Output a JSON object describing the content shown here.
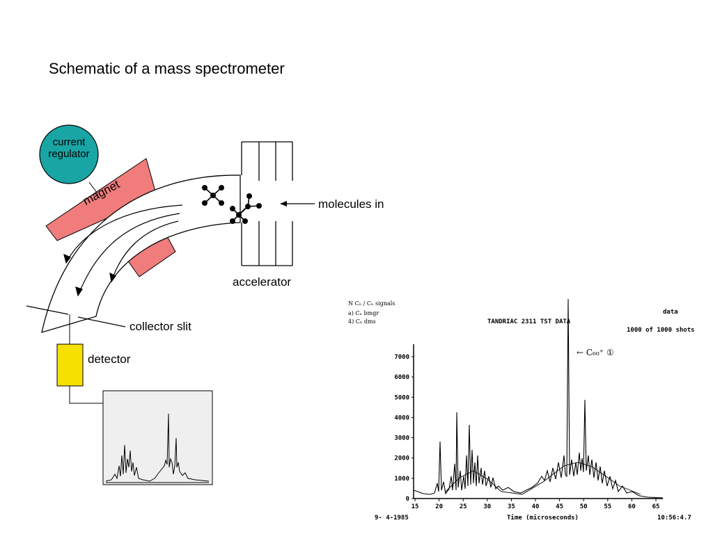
{
  "slide": {
    "title": "Schematic of a mass spectrometer"
  },
  "schematic": {
    "labels": {
      "current_regulator_line1": "current",
      "current_regulator_line2": "regulator",
      "magnet": "magnet",
      "molecules_in": "molecules in",
      "accelerator": "accelerator",
      "collector_slit": "collector slit",
      "detector": "detector"
    },
    "colors": {
      "regulator": "#1aa5a5",
      "magnet": "#f07c7c",
      "detector": "#f5e000",
      "display_bg": "#efefef"
    }
  },
  "spectrum_plot": {
    "header_left": [
      "N  Cₙ / Cₙ signals",
      "a) Cₙ bmgr",
      "4) Cₙ dms"
    ],
    "header_center": "TANDRIAC 2311 TST DATA",
    "header_right_line1": "data",
    "header_right_line2": "1000 of 1000 shots",
    "peak_annotation": "← C₆₀⁺ ①",
    "y_ticks": [
      "7000",
      "6000",
      "5000",
      "4000",
      "3000",
      "2000",
      "1000",
      "0"
    ],
    "x_ticks": [
      "15",
      "20",
      "25",
      "30",
      "35",
      "40",
      "45",
      "50",
      "55",
      "60",
      "65"
    ],
    "x_axis_label": "Time (microseconds)",
    "footer_left": "9- 4-1985",
    "footer_right": "10:56:4.7"
  }
}
